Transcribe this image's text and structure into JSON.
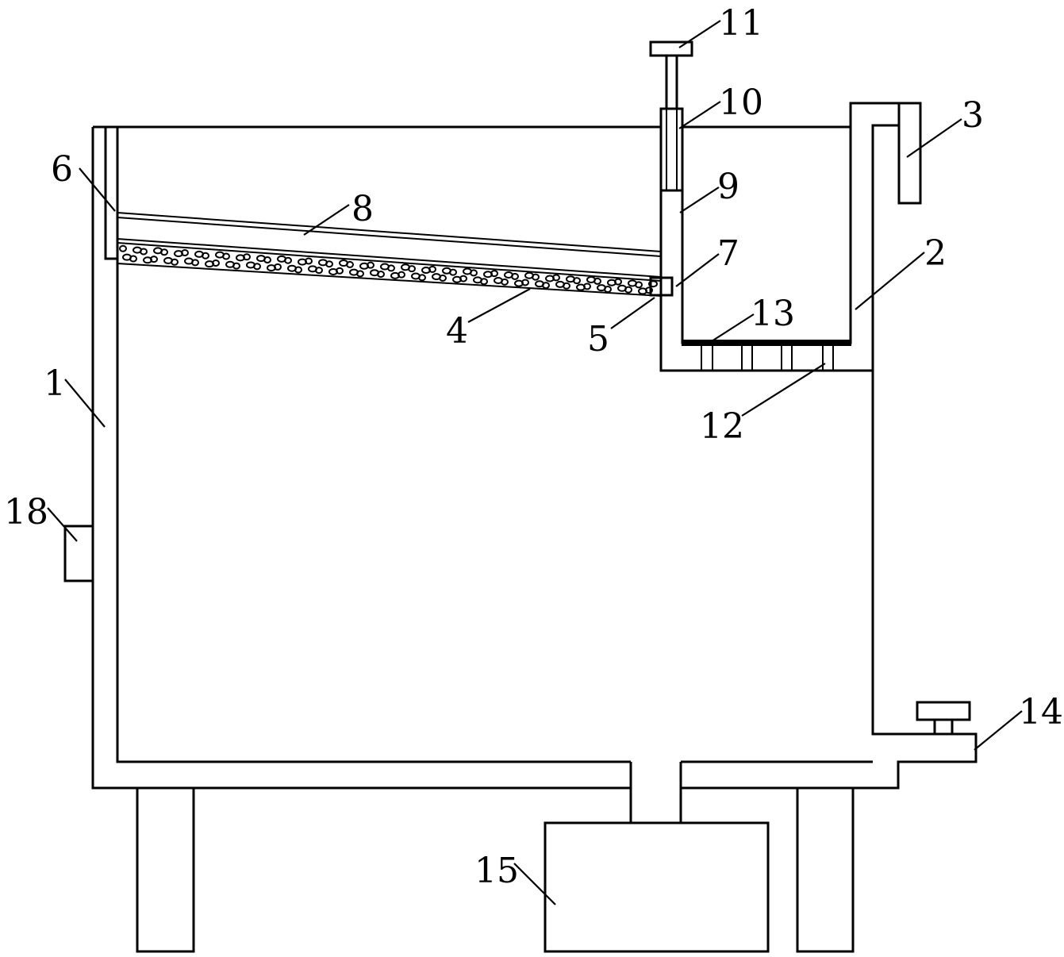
{
  "labels": {
    "l1": "1",
    "l2": "2",
    "l3": "3",
    "l4": "4",
    "l5": "5",
    "l6": "6",
    "l7": "7",
    "l8": "8",
    "l9": "9",
    "l10": "10",
    "l11": "11",
    "l12": "12",
    "l13": "13",
    "l14": "14",
    "l15": "15",
    "l18": "18"
  }
}
